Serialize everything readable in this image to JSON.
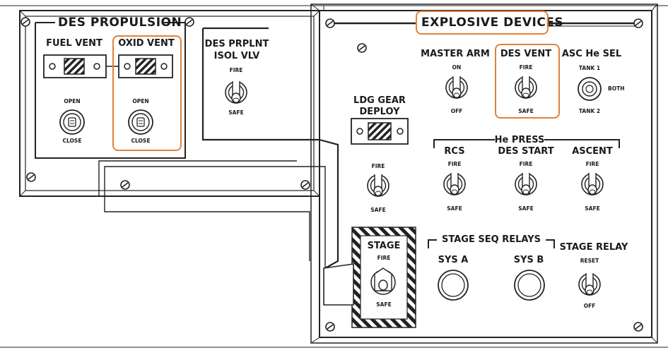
{
  "accent_color": "#e0823a",
  "des_propulsion": {
    "title": "DES PROPULSION",
    "fuel_vent": {
      "label": "FUEL VENT",
      "top": "OPEN",
      "bottom": "CLOSE"
    },
    "oxid_vent": {
      "label": "OXID VENT",
      "top": "OPEN",
      "bottom": "CLOSE"
    },
    "prplnt_isol": {
      "line1": "DES PRPLNT",
      "line2": "ISOL VLV",
      "top": "FIRE",
      "bottom": "SAFE"
    }
  },
  "explosive_devices": {
    "title": "EXPLOSIVE DEVICES",
    "master_arm": {
      "label": "MASTER ARM",
      "top": "ON",
      "bottom": "OFF"
    },
    "des_vent": {
      "label": "DES VENT",
      "top": "FIRE",
      "bottom": "SAFE"
    },
    "asc_he_sel": {
      "label": "ASC He SEL",
      "top": "TANK 1",
      "right": "BOTH",
      "bottom": "TANK 2"
    },
    "ldg_gear": {
      "line1": "LDG GEAR",
      "line2": "DEPLOY",
      "top": "FIRE",
      "bottom": "SAFE"
    },
    "he_press": {
      "title": "He PRESS",
      "rcs": {
        "label": "RCS",
        "top": "FIRE",
        "bottom": "SAFE"
      },
      "des_start": {
        "label": "DES START",
        "top": "FIRE",
        "bottom": "SAFE"
      },
      "ascent": {
        "label": "ASCENT",
        "top": "FIRE",
        "bottom": "SAFE"
      }
    },
    "stage": {
      "label": "STAGE",
      "top": "FIRE",
      "bottom": "SAFE"
    },
    "stage_seq": {
      "title": "STAGE SEQ RELAYS",
      "sys_a": "SYS A",
      "sys_b": "SYS B"
    },
    "stage_relay": {
      "label": "STAGE RELAY",
      "top": "RESET",
      "bottom": "OFF"
    }
  }
}
